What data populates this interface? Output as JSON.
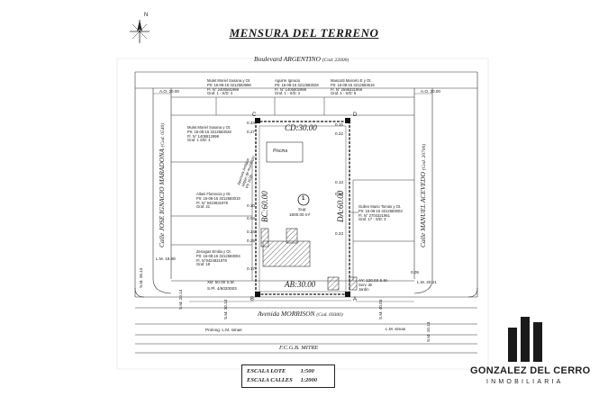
{
  "title": "MENSURA DEL TERRENO",
  "streets": {
    "north": "Boulevard ARGENTINO",
    "north_code": "(Cod. 22600)",
    "south": "Avenida MORRISON",
    "south_code": "(Cod. 69300)",
    "west": "Calle JOSE IGNACIO MARADONA",
    "west_code": "(Cod. 0540)",
    "east": "Calle MANUEL ACEVEDO",
    "east_code": "(Cod. 20700)",
    "railway": "F.C.G.B. MITRE"
  },
  "lot": {
    "number": "1",
    "area_label": "Sup:",
    "area_value": "1800.00 m²",
    "cd": "CD:30.00",
    "ab": "AB:30.00",
    "bc": "BC:60.00",
    "da": "DA:60.00",
    "piscina": "Piscina",
    "corner_c": "C",
    "corner_d": "D",
    "corner_a": "A",
    "corner_b": "B"
  },
  "neighbors": {
    "n1": "Mulet Moriel Susana y Ot.\nPII: 16-08-15 3212583998\nFl. N° 2400581998\nGraf. 1 - S/D: 4",
    "n2": "Aguirre Ignacio\nPII: 16-08-15 3212583028\nFl. N° 1405802998\nGraf. 1 - S/D: 2",
    "n3": "Mascotti Marcelo E y Ot.\nPII: 16-08-15 3212583615\nFl. N° 2598321959\nGraf. 1 - S/D: 6",
    "w1": "Mulet Moriel Susana y Ot.\nPII: 16-08-15 3212583028\nFl. N° 1405812998\nGraf. 1 S/D: 4",
    "w2": "Allani Florencia y Ot.\nPII: 16-08-15 3212583019\nFl. N° 9424831978\nGraf. 21",
    "w3": "Zenagas Emilia y Ot.\nPII: 16-08-15 3212583004\nFl. N°9424831978\nGraf. 18",
    "e1": "Gullen Mario Tomás y Ot.\nPII: 16-08-15 3212583003\nFl. N° 2704321961\nGraf. 17 - S/D: 3",
    "w_side": "Apertura Antigua\nsegún de municipio\nPII 1038"
  },
  "dims": {
    "ao_left": "A.O. 20.00",
    "ao_right": "A.O. 20.00",
    "lm_left": "L.M. 19.89",
    "lm_right": "L.M. 20.21",
    "xb": "XB: 50.00 S.M.",
    "xpl": "S.Pl. 4/6020003",
    "ay": "AY: 120.02 S.M.",
    "serv": "Serv. de\nJardín",
    "prolong": "Prolong. L.M. simas",
    "lm_bottom": "L.M. simas",
    "val_034": "0.34",
    "val_027": "0.27",
    "val_015": "0.15",
    "val_022": "0.22",
    "val_013": "0.13",
    "val_004": "0.04",
    "val_010": "0.10",
    "val_024": "0.24",
    "val_025": "0.25",
    "val_017": "0.17",
    "val_005": "0.05",
    "val_014": "0.14",
    "val_023": "0.23",
    "sm_1": "S.M. 28.14",
    "sm_2": "S.M. 20.14",
    "sm_3": "S.M. 30.13",
    "sm_4": "S.M. 40.03",
    "sm_5": "S.M. 10.13"
  },
  "scale": {
    "lote_label": "ESCALA LOTE",
    "lote_value": "1:500",
    "calles_label": "ESCALA CALLES",
    "calles_value": "1:2000"
  },
  "brand": {
    "name": "GONZALEZ DEL CERRO",
    "sub": "INMOBILIARIA"
  },
  "compass": "N"
}
